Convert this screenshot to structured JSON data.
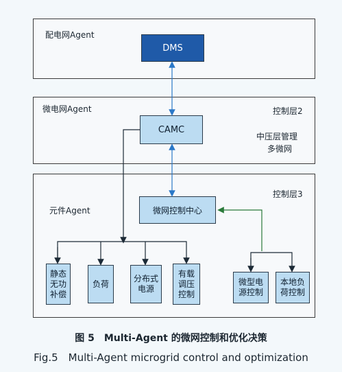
{
  "layers": {
    "distribution": {
      "label": "配电网Agent"
    },
    "microgrid": {
      "label": "微电网Agent",
      "control_label": "控制层2",
      "note_line1": "中压层管理",
      "note_line2": "多微网"
    },
    "component": {
      "label": "元件Agent",
      "control_label": "控制层3"
    }
  },
  "boxes": {
    "dms": "DMS",
    "camc": "CAMC",
    "center": "微网控制中心",
    "b1": [
      "静态",
      "无功",
      "补偿"
    ],
    "b2": [
      "负荷"
    ],
    "b3": [
      "分布式",
      "电源"
    ],
    "b4": [
      "有载",
      "调压",
      "控制"
    ],
    "b5": [
      "微型电",
      "源控制"
    ],
    "b6": [
      "本地负",
      "荷控制"
    ]
  },
  "caption": {
    "zh": "图 5　Multi-Agent 的微网控制和优化决策",
    "en": "Fig.5　Multi-Agent microgrid control and optimization"
  },
  "colors": {
    "arrow_blue": "#2a78c8",
    "arrow_green": "#2a7a3a",
    "dark_box": "#1f5aa8",
    "light_box": "#bcdcf2"
  }
}
